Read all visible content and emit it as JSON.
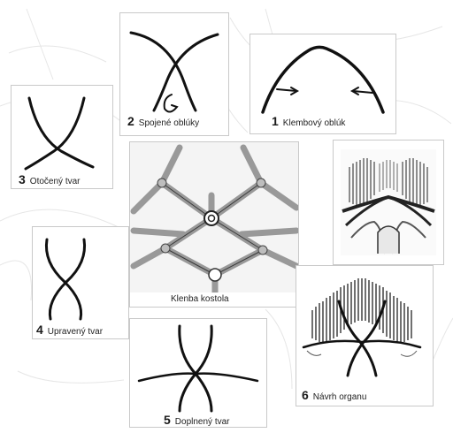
{
  "diagram": {
    "steps": [
      {
        "id": "1",
        "number": "1",
        "caption": "Klembový oblúk"
      },
      {
        "id": "2",
        "number": "2",
        "caption": "Spojené oblúky"
      },
      {
        "id": "3",
        "number": "3",
        "caption": "Otočený tvar"
      },
      {
        "id": "4",
        "number": "4",
        "caption": "Upravený tvar"
      },
      {
        "id": "5",
        "number": "5",
        "caption": "Doplnený tvar"
      },
      {
        "id": "6",
        "number": "6",
        "caption": "Návrh organu"
      }
    ],
    "vault_caption": "Klenba kostola"
  }
}
